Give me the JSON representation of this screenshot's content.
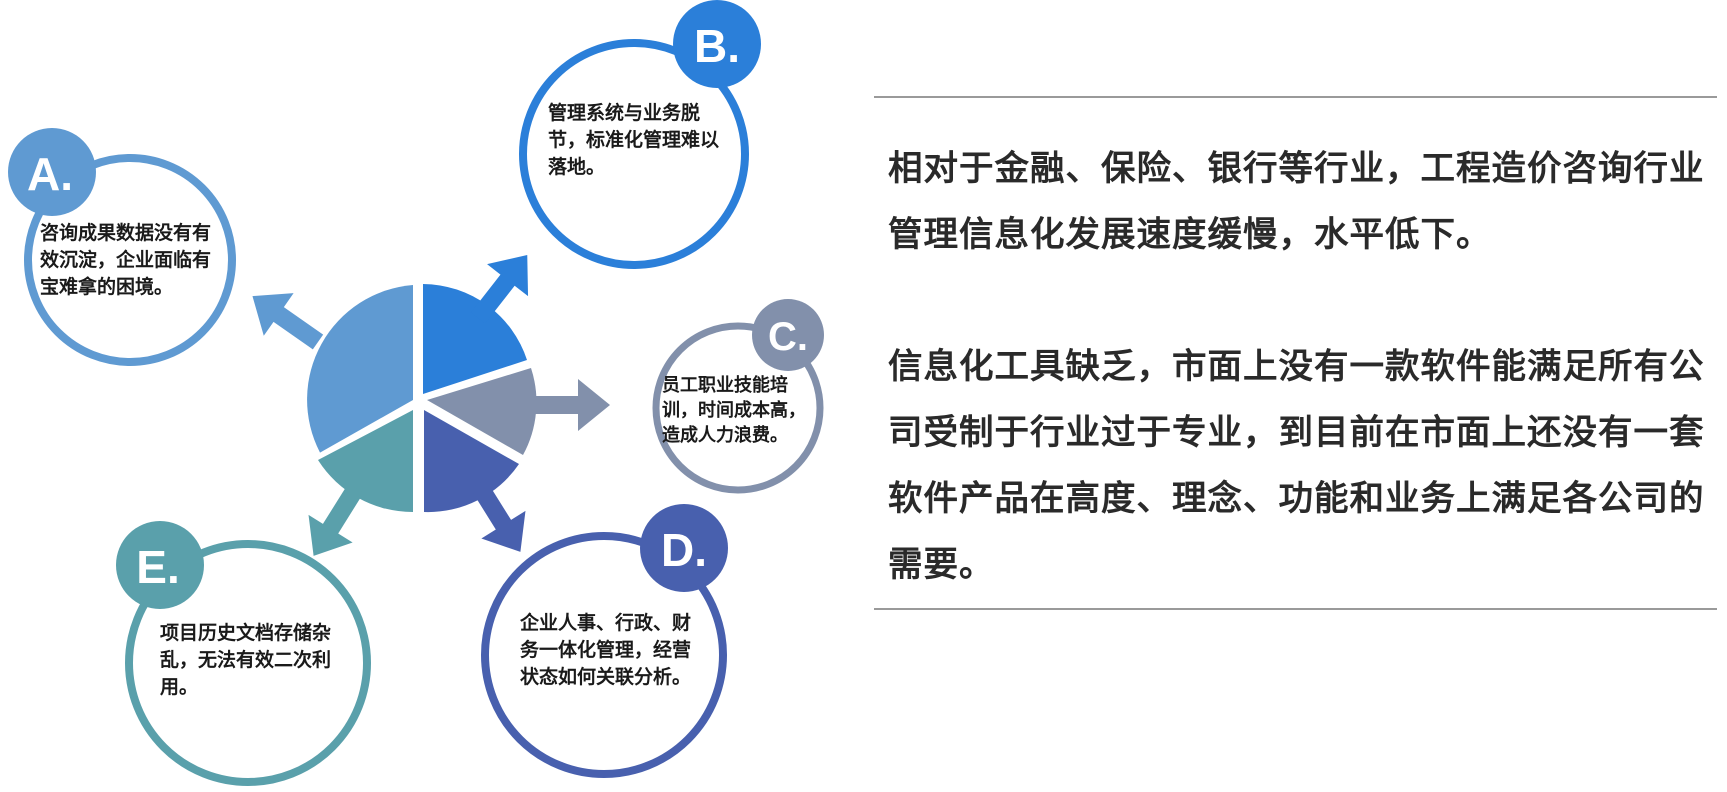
{
  "diagram": {
    "items": [
      {
        "letter": "A.",
        "text": "咨询成果数据没有有效沉淀，企业面临有宝难拿的困境。",
        "color": "#5f9ad2"
      },
      {
        "letter": "B.",
        "text": "管理系统与业务脱节，标准化管理难以落地。",
        "color": "#2b7fd9"
      },
      {
        "letter": "C.",
        "text": "员工职业技能培训，时间成本高，造成人力浪费。",
        "color": "#8290ab"
      },
      {
        "letter": "D.",
        "text": "企业人事、行政、财务一体化管理，经营状态如何关联分析。",
        "color": "#4860ae"
      },
      {
        "letter": "E.",
        "text": "项目历史文档存储杂乱，无法有效二次利用。",
        "color": "#5aa0ab"
      }
    ]
  },
  "right": {
    "para1": "相对于金融、保险、银行等行业，工程造价咨询行业管理信息化发展速度缓慢，水平低下。",
    "para2": "信息化工具缺乏，市面上没有一款软件能满足所有公司受制于行业过于专业，到目前在市面上还没有一套软件产品在高度、理念、功能和业务上满足各公司的需要。"
  }
}
